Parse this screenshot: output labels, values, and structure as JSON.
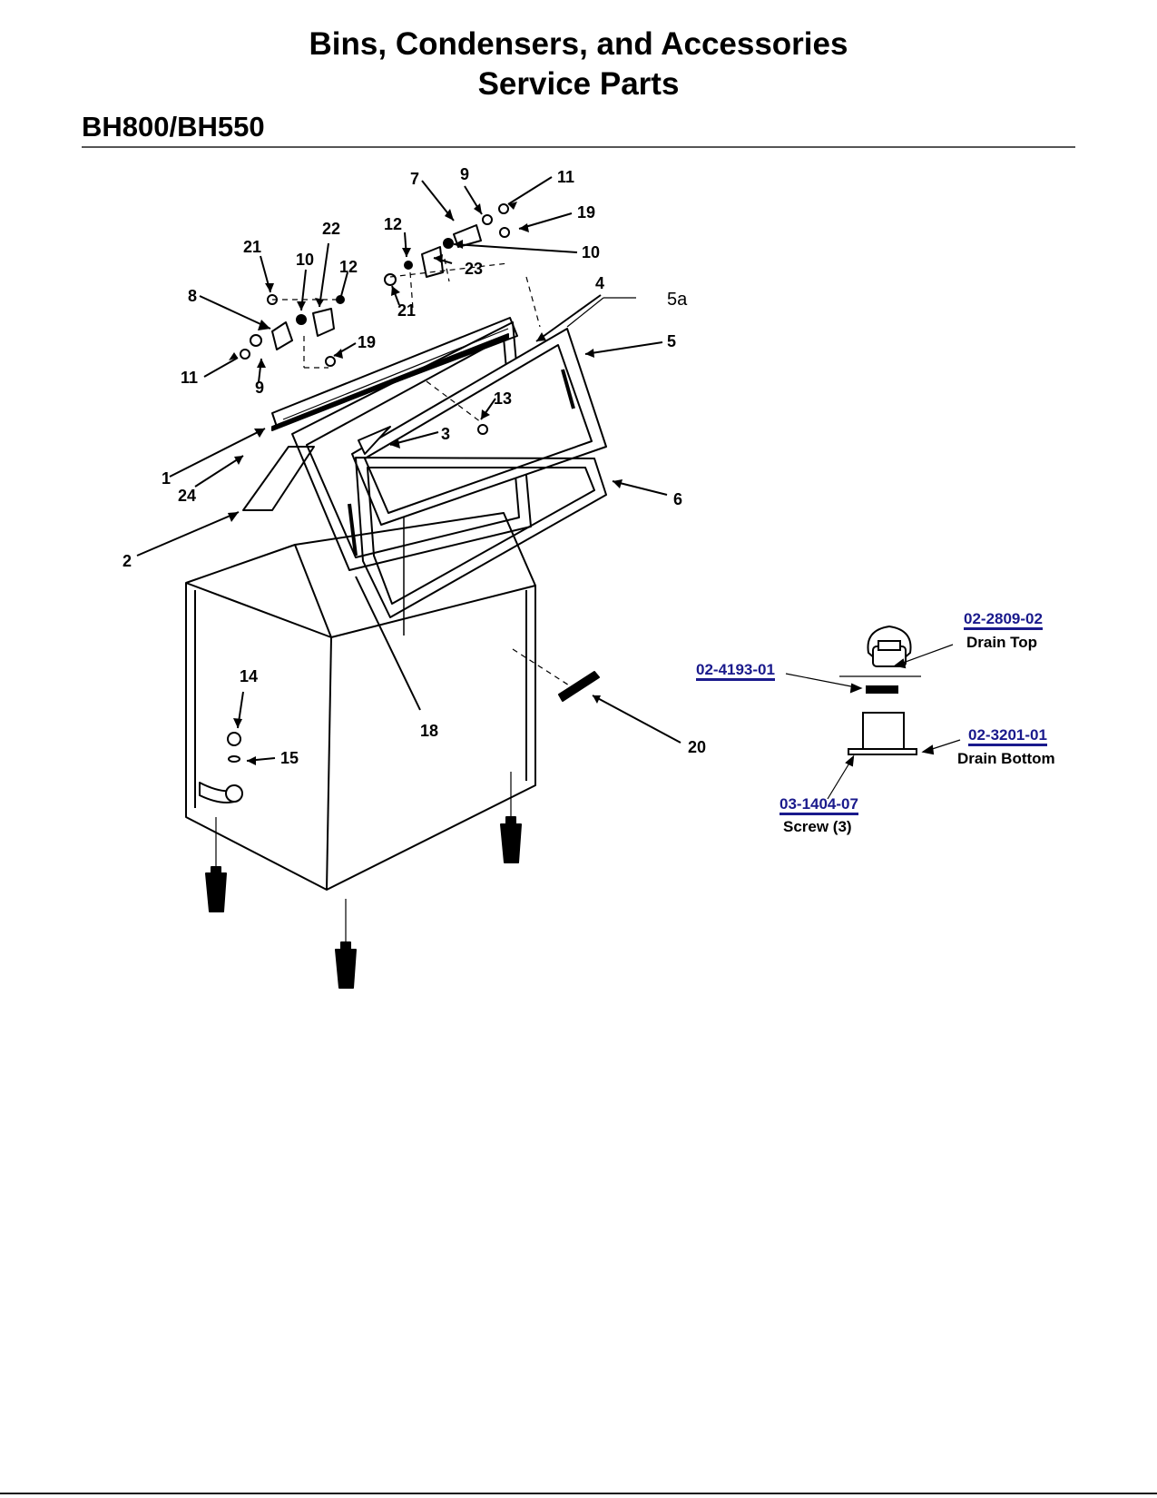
{
  "header": {
    "title_line1": "Bins, Condensers, and Accessories",
    "title_line2": "Service Parts",
    "model": "BH800/BH550"
  },
  "callouts": [
    "1",
    "2",
    "3",
    "4",
    "5",
    "5a",
    "6",
    "7",
    "8",
    "9",
    "9",
    "10",
    "10",
    "11",
    "11",
    "12",
    "12",
    "13",
    "14",
    "15",
    "18",
    "19",
    "19",
    "20",
    "21",
    "21",
    "22",
    "23",
    "24"
  ],
  "drain_parts": [
    {
      "part_number": "02-2809-02",
      "label": "Drain Top"
    },
    {
      "part_number": "02-4193-01",
      "label": ""
    },
    {
      "part_number": "02-3201-01",
      "label": "Drain Bottom"
    },
    {
      "part_number": "03-1404-07",
      "label": "Screw (3)"
    }
  ],
  "colors": {
    "link": "#1a1a8c",
    "ink": "#000000"
  }
}
